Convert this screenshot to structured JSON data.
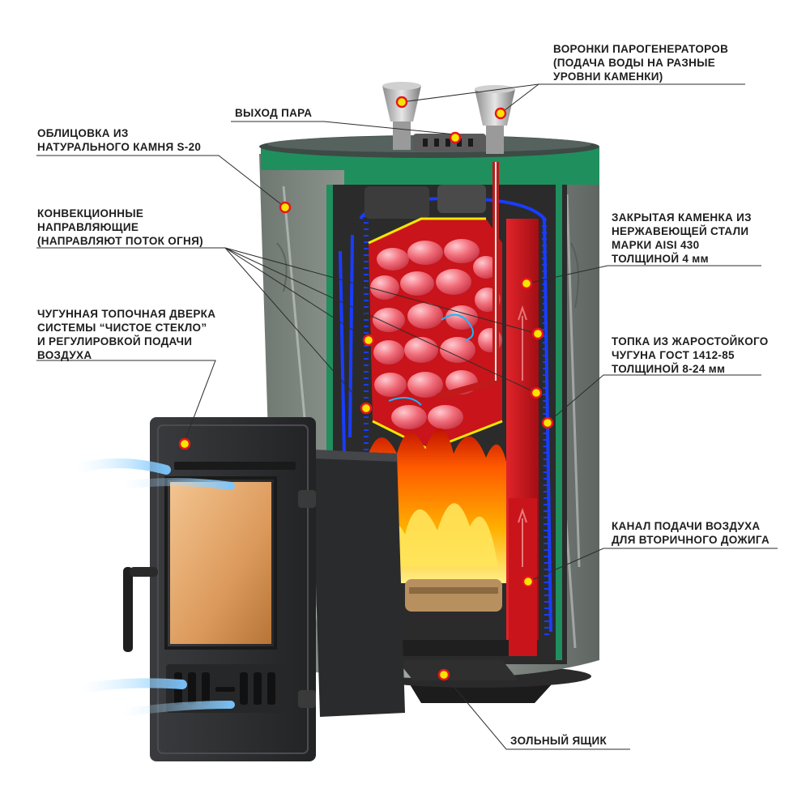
{
  "callouts": {
    "steam_funnels": {
      "lines": [
        "ВОРОНКИ ПАРОГЕНЕРАТОРОВ",
        "(ПОДАЧА ВОДЫ НА РАЗНЫЕ",
        "УРОВНИ КАМЕНКИ)"
      ]
    },
    "steam_outlet": {
      "lines": [
        "ВЫХОД ПАРА"
      ]
    },
    "stone_cladding": {
      "lines": [
        "ОБЛИЦОВКА ИЗ",
        "НАТУРАЛЬНОГО КАМНЯ S-20"
      ]
    },
    "convection_guides": {
      "lines": [
        "КОНВЕКЦИОННЫЕ",
        "НАПРАВЛЯЮЩИЕ",
        "(НАПРАВЛЯЮТ ПОТОК ОГНЯ)"
      ]
    },
    "cast_iron_door": {
      "lines": [
        "ЧУГУННАЯ ТОПОЧНАЯ ДВЕРКА",
        "СИСТЕМЫ “ЧИСТОЕ СТЕКЛО”",
        "И РЕГУЛИРОВКОЙ ПОДАЧИ",
        "ВОЗДУХА"
      ]
    },
    "closed_heater": {
      "lines": [
        "ЗАКРЫТАЯ КАМЕНКА ИЗ",
        "НЕРЖАВЕЮЩЕЙ СТАЛИ",
        "МАРКИ AISI 430",
        "ТОЛЩИНОЙ 4"
      ],
      "unit": "мм"
    },
    "firebox": {
      "lines": [
        "ТОПКА ИЗ ЖАРОСТОЙКОГО",
        "ЧУГУНА ГОСТ 1412-85",
        "ТОЛЩИНОЙ 8-24"
      ],
      "unit": "мм"
    },
    "air_channel": {
      "lines": [
        "КАНАЛ ПОДАЧИ ВОЗДУХА",
        "ДЛЯ ВТОРИЧНОГО ДОЖИГА"
      ]
    },
    "ash_box": {
      "lines": [
        "ЗОЛЬНЫЙ ЯЩИК"
      ]
    }
  },
  "colors": {
    "marker_fill": "#f5e600",
    "marker_ring": "#e8141e",
    "stone": "#8e9590",
    "top_plate": "#1f8f5e",
    "convection_lines": "#1a3cff",
    "inner_tank": "#c8141a",
    "stones": "#f06b78",
    "fire": "#ff8a00",
    "door": "#2e2f31",
    "glass": "#e0a060",
    "air_flow": "#8fd0ff"
  }
}
